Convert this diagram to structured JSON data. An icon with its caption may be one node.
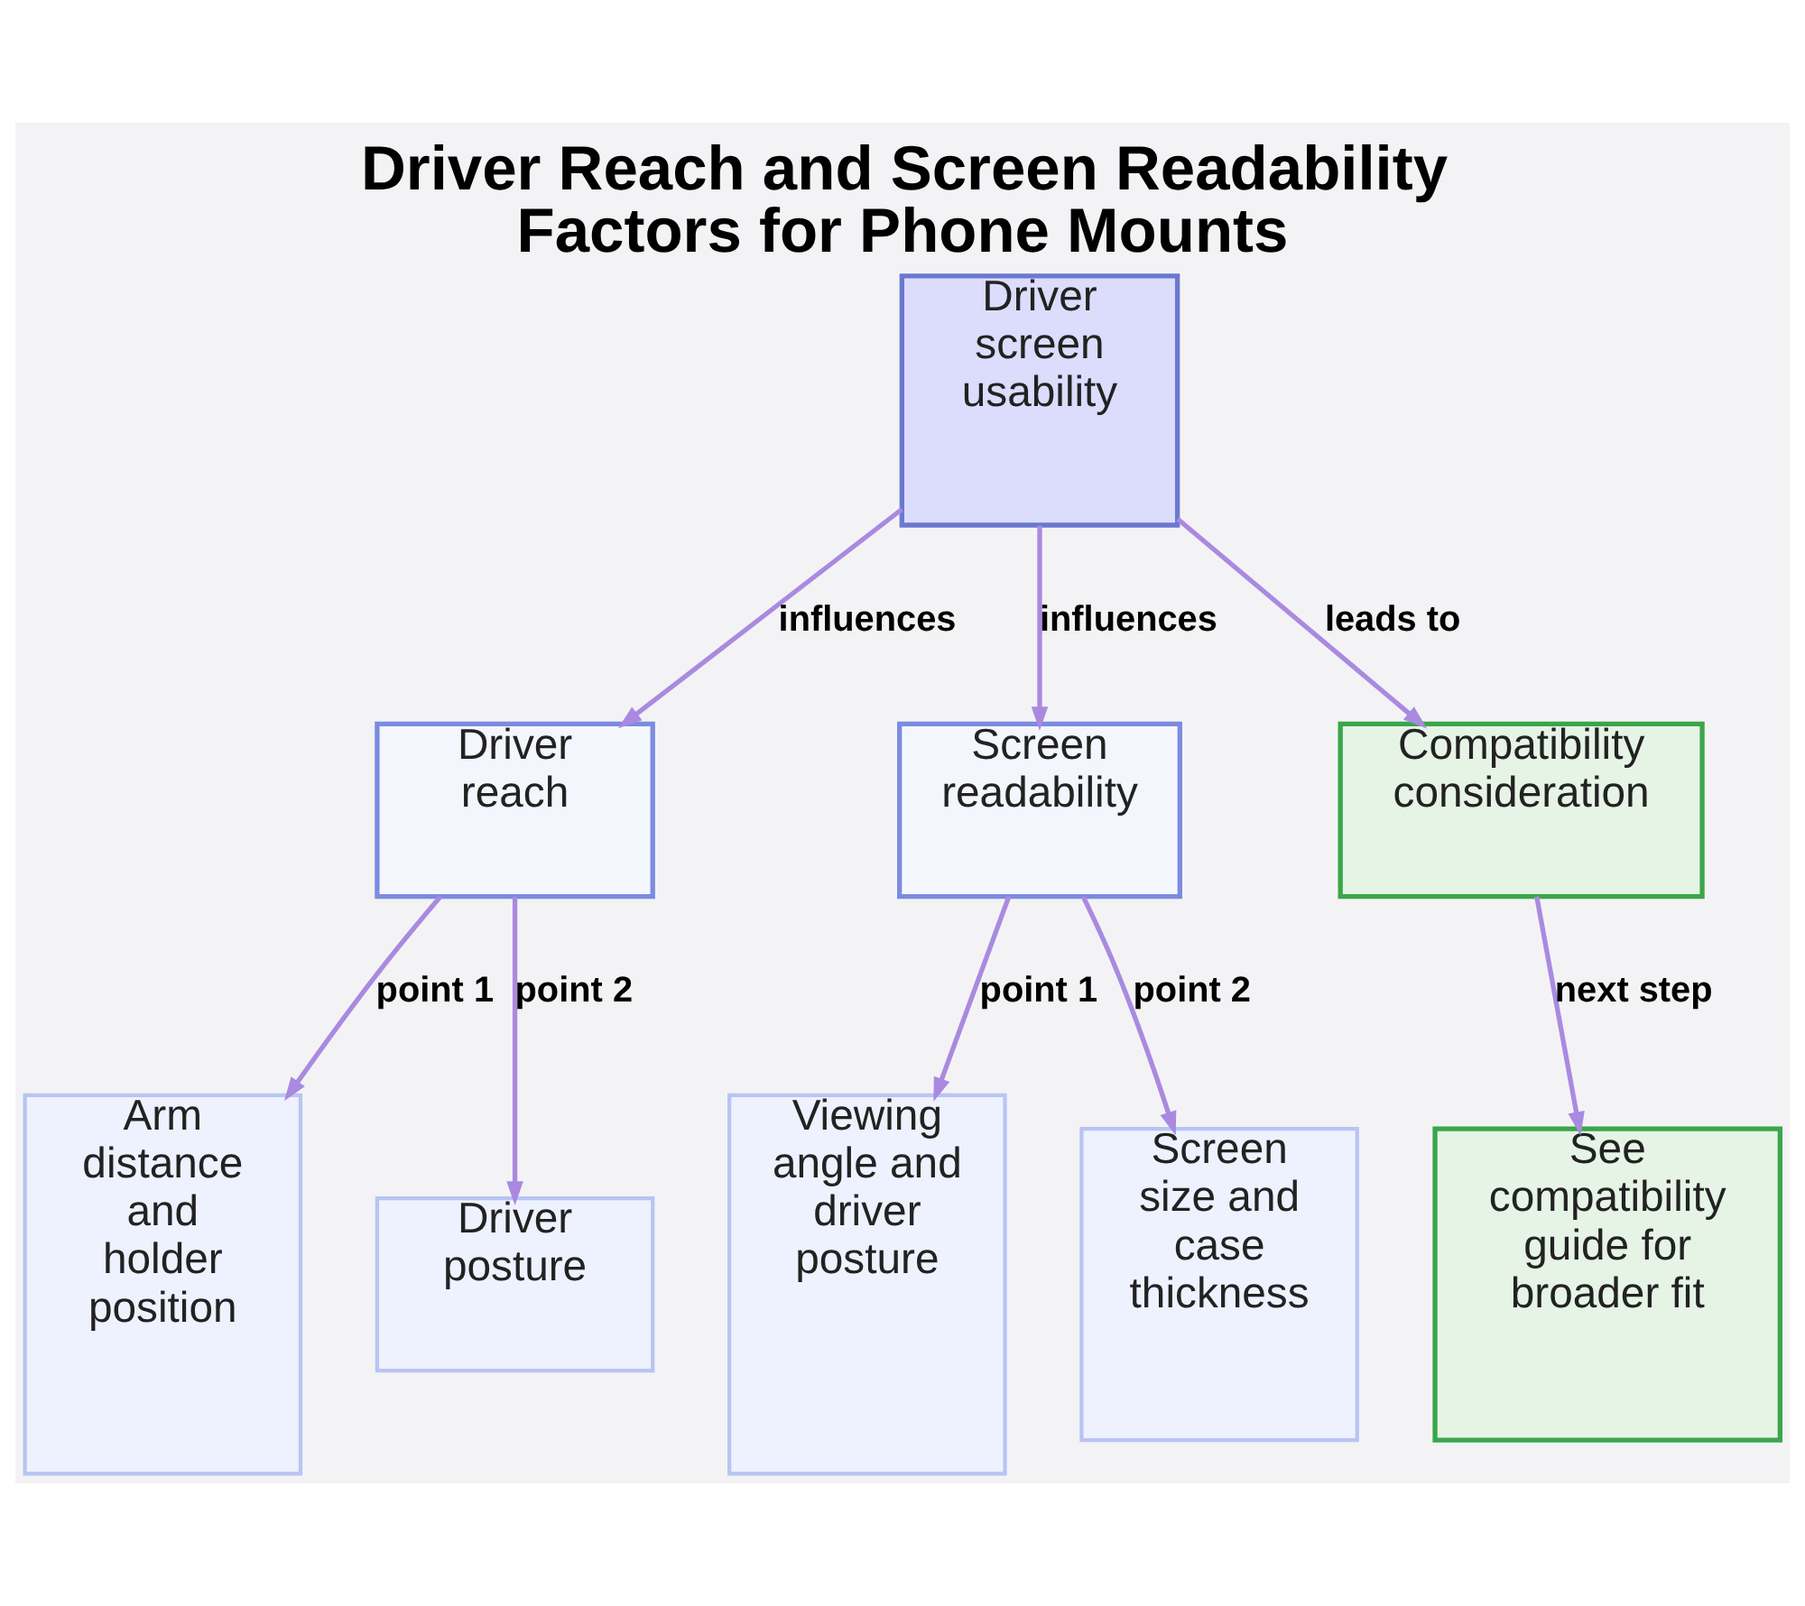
{
  "diagram": {
    "title": "Driver Reach and Screen Readability Factors for Phone Mounts",
    "nodes": [
      {
        "text": [
          "Driver screen usability"
        ]
      },
      {
        "text": [
          "Driver reach"
        ]
      },
      {
        "text": [
          "Screen readability"
        ]
      },
      {
        "text": [
          "Compatibility consideration"
        ]
      },
      {
        "text": [
          "Arm distance and holder position"
        ]
      },
      {
        "text": [
          "Driver posture"
        ]
      },
      {
        "text": [
          "Viewing angle and driver posture"
        ]
      },
      {
        "text": [
          "Screen size and case thickness"
        ]
      },
      {
        "text": [
          "See compatibility guide for broader fit"
        ]
      }
    ],
    "edges": [
      {
        "from": 0,
        "to": 1,
        "arrow": "to",
        "label": "influences"
      },
      {
        "from": 0,
        "to": 2,
        "arrow": "to",
        "label": "influences"
      },
      {
        "from": 0,
        "to": 3,
        "arrow": "to",
        "label": "leads to"
      },
      {
        "from": 1,
        "to": 4,
        "arrow": "to",
        "label": "point 1"
      },
      {
        "from": 1,
        "to": 5,
        "arrow": "to",
        "label": "point 2"
      },
      {
        "from": 2,
        "to": 6,
        "arrow": "to",
        "label": "point 1"
      },
      {
        "from": 2,
        "to": 7,
        "arrow": "to",
        "label": "point 2"
      },
      {
        "from": 3,
        "to": 8,
        "arrow": "to",
        "label": "next step"
      }
    ]
  }
}
